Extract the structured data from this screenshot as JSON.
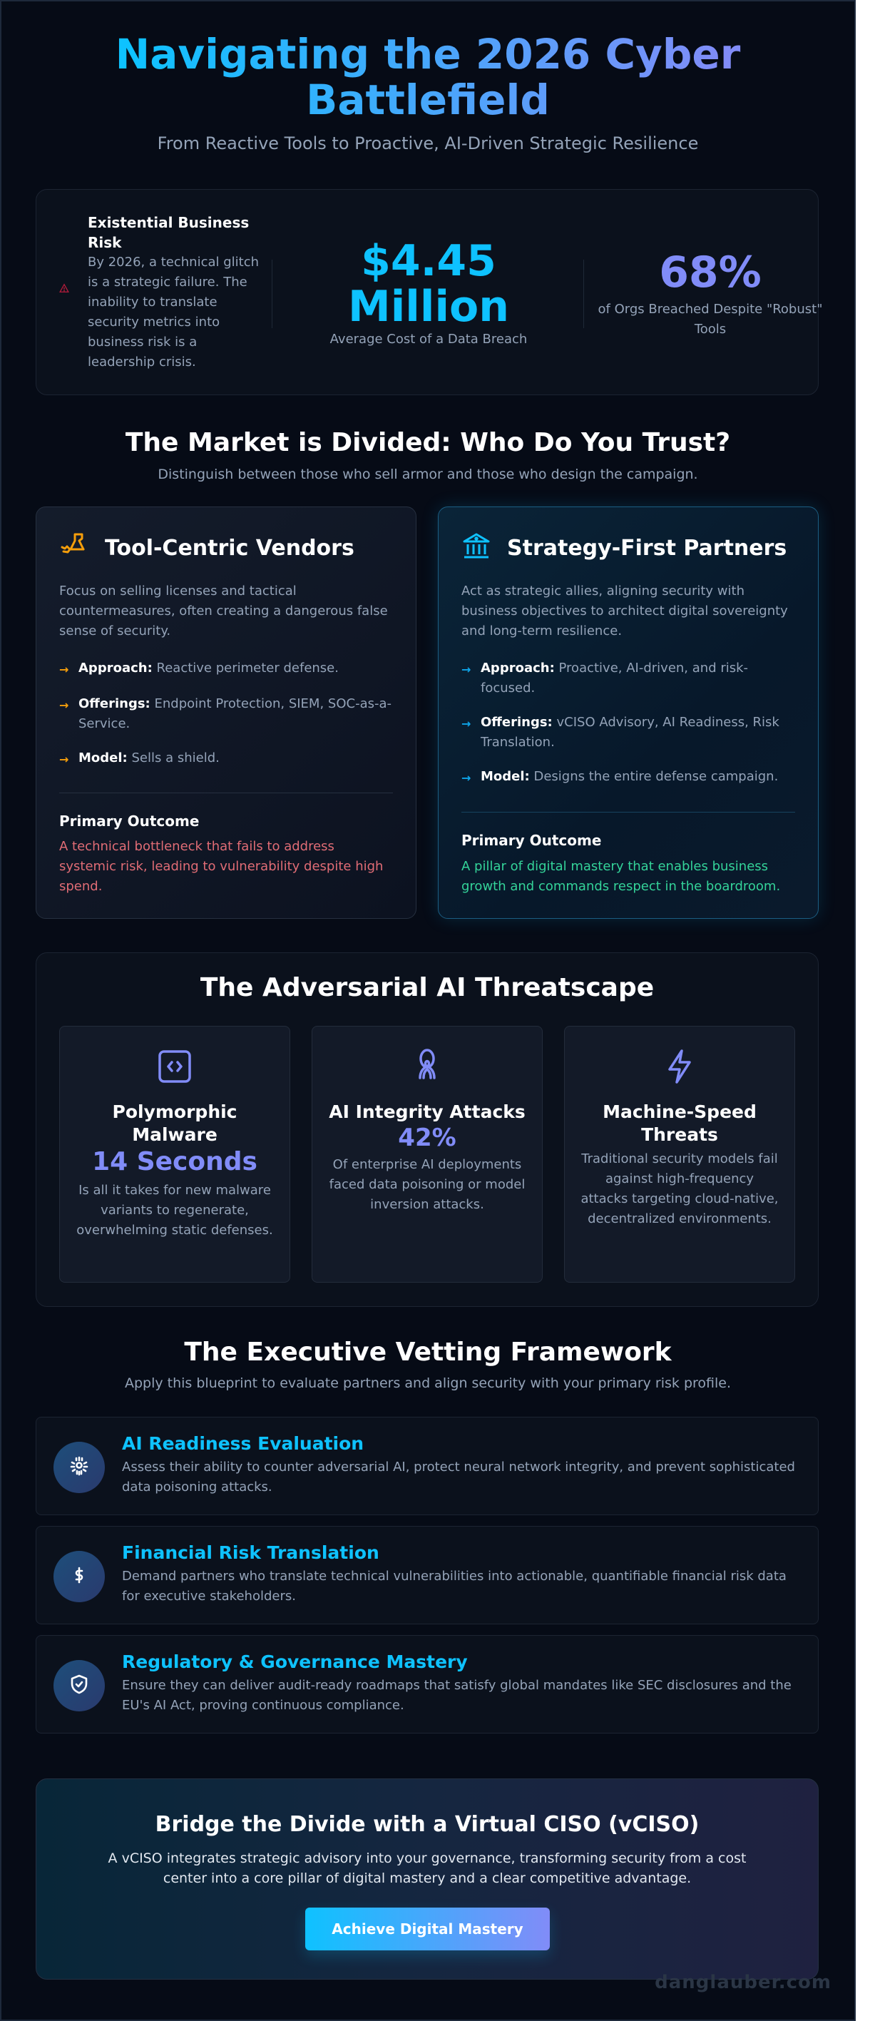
{
  "hero": {
    "title": "Navigating the 2026 Cyber Battlefield",
    "subtitle": "From Reactive Tools to Proactive, AI-Driven Strategic Resilience"
  },
  "stats": {
    "risk": {
      "icon": "warning-triangle-icon",
      "title": "Existential Business Risk",
      "body": "By 2026, a technical glitch is a strategic failure. The inability to translate security metrics into business risk is a leadership crisis."
    },
    "breach_cost": {
      "value_line1": "$4.45",
      "value_line2": "Million",
      "label": "Average Cost of a Data Breach",
      "color": "#0ec2ff"
    },
    "breached": {
      "value": "68%",
      "label": "of Orgs Breached Despite \"Robust\" Tools",
      "color": "#818cf8"
    }
  },
  "market": {
    "title": "The Market is Divided: Who Do You Trust?",
    "subtitle": "Distinguish between those who sell armor and those who design the campaign.",
    "tool_centric": {
      "icon": "tools-icon",
      "title": "Tool-Centric Vendors",
      "description": "Focus on selling licenses and tactical countermeasures, often creating a dangerous false sense of security.",
      "items": [
        {
          "label": "Approach:",
          "text": "Reactive perimeter defense."
        },
        {
          "label": "Offerings:",
          "text": "Endpoint Protection, SIEM, SOC-as-a-Service."
        },
        {
          "label": "Model:",
          "text": "Sells a shield."
        }
      ],
      "outcome_title": "Primary Outcome",
      "outcome_text": "A technical bottleneck that fails to address systemic risk, leading to vulnerability despite high spend.",
      "accent": "#f59e0b"
    },
    "strategy_first": {
      "icon": "institution-icon",
      "title": "Strategy-First Partners",
      "description": "Act as strategic allies, aligning security with business objectives to architect digital sovereignty and long-term resilience.",
      "items": [
        {
          "label": "Approach:",
          "text": "Proactive, AI-driven, and risk-focused."
        },
        {
          "label": "Offerings:",
          "text": "vCISO Advisory, AI Readiness, Risk Translation."
        },
        {
          "label": "Model:",
          "text": "Designs the entire defense campaign."
        }
      ],
      "outcome_title": "Primary Outcome",
      "outcome_text": "A pillar of digital mastery that enables business growth and commands respect in the boardroom.",
      "accent": "#0ea5e9"
    }
  },
  "threats": {
    "title": "The Adversarial AI Threatscape",
    "cards": [
      {
        "icon": "code-icon",
        "title": "Polymorphic Malware",
        "stat": "14 Seconds",
        "text": "Is all it takes for new malware variants to regenerate, overwhelming static defenses."
      },
      {
        "icon": "user-network-icon",
        "title": "AI Integrity Attacks",
        "stat": "42%",
        "text": "Of enterprise AI deployments faced data poisoning or model inversion attacks."
      },
      {
        "icon": "lightning-bolt-icon",
        "title": "Machine-Speed Threats",
        "stat": "",
        "text": "Traditional security models fail against high-frequency attacks targeting cloud-native, decentralized environments."
      }
    ]
  },
  "vetting": {
    "title": "The Executive Vetting Framework",
    "subtitle": "Apply this blueprint to evaluate partners and align security with your primary risk profile.",
    "items": [
      {
        "icon": "ai-brain-icon",
        "title": "AI Readiness Evaluation",
        "text": "Assess their ability to counter adversarial AI, protect neural network integrity, and prevent sophisticated data poisoning attacks."
      },
      {
        "icon": "dollar-icon",
        "title": "Financial Risk Translation",
        "text": "Demand partners who translate technical vulnerabilities into actionable, quantifiable financial risk data for executive stakeholders."
      },
      {
        "icon": "shield-check-icon",
        "title": "Regulatory & Governance Mastery",
        "text": "Ensure they can deliver audit-ready roadmaps that satisfy global mandates like SEC disclosures and the EU's AI Act, proving continuous compliance."
      }
    ]
  },
  "cta": {
    "title": "Bridge the Divide with a Virtual CISO (vCISO)",
    "text": "A vCISO integrates strategic advisory into your governance, transforming security from a cost center into a core pillar of digital mastery and a clear competitive advantage.",
    "button_label": "Achieve Digital Mastery"
  },
  "watermark": "danglauber.com"
}
